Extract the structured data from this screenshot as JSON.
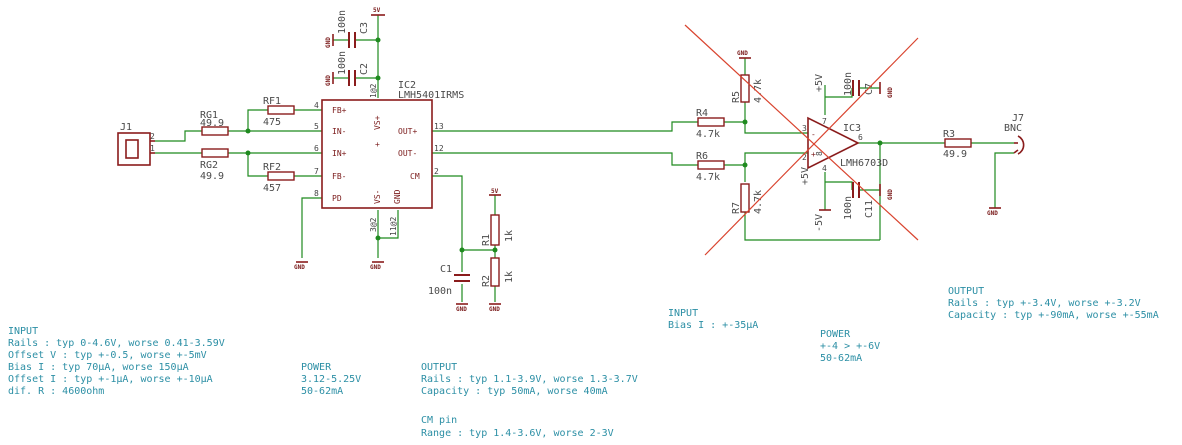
{
  "components": {
    "j1": {
      "ref": "J1",
      "pins": [
        "2",
        "1"
      ]
    },
    "rg1": {
      "ref": "RG1",
      "value": "49.9"
    },
    "rg2": {
      "ref": "RG2",
      "value": "49.9"
    },
    "rf1": {
      "ref": "RF1",
      "value": "475"
    },
    "rf2": {
      "ref": "RF2",
      "value": "457"
    },
    "c3": {
      "ref": "C3",
      "value": "100n"
    },
    "c2": {
      "ref": "C2",
      "value": "100n"
    },
    "ic2": {
      "ref": "IC2",
      "part": "LMH5401IRMS",
      "pins_left": [
        "FB+",
        "IN-",
        "IN+",
        "FB-",
        "PD"
      ],
      "pins_left_num": [
        "4",
        "5",
        "6",
        "7",
        "8"
      ],
      "pins_right": [
        "OUT+",
        "OUT-",
        "CM"
      ],
      "pins_right_num": [
        "13",
        "12",
        "2"
      ],
      "vs_plus": "VS+",
      "vs_minus": "VS-",
      "gnd_pin": "GND",
      "top_pins": "1@2",
      "bottom_pins_left": "3@2",
      "bottom_pins_right": "11@2"
    },
    "r1": {
      "ref": "R1",
      "value": "1k"
    },
    "r2": {
      "ref": "R2",
      "value": "1k"
    },
    "c1": {
      "ref": "C1",
      "value": "100n"
    },
    "r4": {
      "ref": "R4",
      "value": "4.7k"
    },
    "r5": {
      "ref": "R5",
      "value": "4.7k"
    },
    "r6": {
      "ref": "R6",
      "value": "4.7k"
    },
    "r7": {
      "ref": "R7",
      "value": "4.7k"
    },
    "ic3": {
      "ref": "IC3",
      "part": "LMH6703D",
      "pins": [
        "3",
        "2",
        "6",
        "7",
        "4",
        "8"
      ]
    },
    "c7": {
      "ref": "C7",
      "value": "100n"
    },
    "c11": {
      "ref": "C11",
      "value": "100n"
    },
    "r3": {
      "ref": "R3",
      "value": "49.9"
    },
    "j7": {
      "ref": "J7",
      "part": "BNC"
    }
  },
  "supply_labels": {
    "gnd": "GND",
    "p5v": "5V",
    "p5v_ic3_top": "+5V",
    "p5v_ic3_bottom": "+5V",
    "m5v": "-5V"
  },
  "notes": {
    "ic2_input": [
      "INPUT",
      "Rails : typ 0-4.6V, worse 0.41-3.59V",
      "Offset V : typ +-0.5, worse +-5mV",
      "Bias I : typ 70µA, worse 150µA",
      "Offset I : typ +-1µA, worse +-10µA",
      "dif. R : 4600ohm"
    ],
    "ic2_power": [
      "POWER",
      "3.12-5.25V",
      "50-62mA"
    ],
    "ic2_output": [
      "OUTPUT",
      "Rails : typ 1.1-3.9V, worse 1.3-3.7V",
      "Capacity : typ 50mA, worse 40mA"
    ],
    "ic2_cm": [
      "CM pin",
      "Range : typ 1.4-3.6V, worse 2-3V"
    ],
    "ic3_input": [
      "INPUT",
      "Bias I : +-35µA"
    ],
    "ic3_power": [
      "POWER",
      "+-4 > +-6V",
      "50-62mA"
    ],
    "ic3_output": [
      "OUTPUT",
      "Rails : typ +-3.4V, worse +-3.2V",
      "Capacity : typ +-90mA, worse +-55mA"
    ]
  }
}
